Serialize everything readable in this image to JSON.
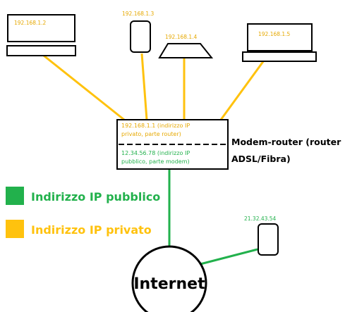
{
  "colors": {
    "public": "#22b14c",
    "private": "#ffc20e",
    "private_text": "#e6a800",
    "line": "#000000"
  },
  "devices": {
    "pc_left": {
      "ip": "192.168.1.2"
    },
    "phone_top": {
      "ip": "192.168.1.3"
    },
    "tablet": {
      "ip": "192.168.1.4"
    },
    "pc_right": {
      "ip": "192.168.1.5"
    },
    "remote_phone": {
      "ip": "21.32.43.54"
    }
  },
  "router": {
    "private_line1": "192.168.1.1 (indirizzo IP",
    "private_line2": "privato, parte router)",
    "public_line1": "12.34.56.78 (indirizzo IP",
    "public_line2": "pubblico, parte modem)",
    "label_line1": "Modem-router (router",
    "label_line2": "ADSL/Fibra)"
  },
  "legend": {
    "public_label": "Indirizzo IP pubblico",
    "private_label": "Indirizzo IP privato"
  },
  "internet": {
    "label": "Internet"
  }
}
